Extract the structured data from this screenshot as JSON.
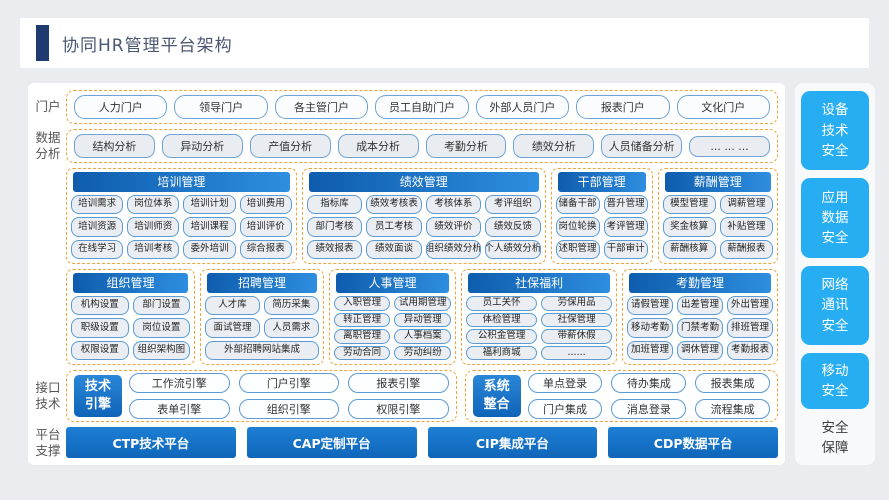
{
  "title": {
    "text": "协同HR管理平台架构"
  },
  "labels": {
    "portal": "门户",
    "analysis": "数据\n分析",
    "interface": "接口\n技术",
    "platform": "平台\n支撑"
  },
  "portal": {
    "active_item": "人力门户",
    "items": [
      "人力门户",
      "领导门户",
      "各主管门户",
      "员工自助门户",
      "外部人员门户",
      "报表门户",
      "文化门户"
    ]
  },
  "analysis": {
    "items": [
      "结构分析",
      "异动分析",
      "产值分析",
      "成本分析",
      "考勤分析",
      "绩效分析",
      "人员储备分析",
      "... ... ..."
    ]
  },
  "modules_row1": [
    {
      "title": "培训管理",
      "items": [
        "培训需求",
        "岗位体系",
        "培训计划",
        "培训费用",
        "培训资源",
        "培训师资",
        "培训课程",
        "培训评价",
        "在线学习",
        "培训考核",
        "委外培训",
        "综合报表"
      ]
    },
    {
      "title": "绩效管理",
      "items": [
        "指标库",
        "绩效考核表",
        "考核体系",
        "考评组织",
        "部门考核",
        "员工考核",
        "绩效评价",
        "绩效反馈",
        "绩效报表",
        "绩效面谈",
        "组织绩效分析",
        "个人绩效分析"
      ]
    },
    {
      "title": "干部管理",
      "items": [
        "储备干部",
        "晋升管理",
        "岗位轮换",
        "考评管理",
        "述职管理",
        "干部审计"
      ]
    },
    {
      "title": "薪酬管理",
      "items": [
        "模型管理",
        "调薪管理",
        "奖金核算",
        "补贴管理",
        "薪酬核算",
        "薪酬报表"
      ]
    }
  ],
  "modules_row2": [
    {
      "title": "组织管理",
      "items": [
        "机构设置",
        "部门设置",
        "职级设置",
        "岗位设置",
        "权限设置",
        "组织架构图"
      ]
    },
    {
      "title": "招聘管理",
      "items": [
        "人才库",
        "简历采集",
        "面试管理",
        "人员需求"
      ],
      "footer": "外部招聘网站集成"
    },
    {
      "title": "人事管理",
      "items": [
        "入职管理",
        "试用期管理",
        "转正管理",
        "异动管理",
        "离职管理",
        "人事档案",
        "劳动合同",
        "劳动纠纷"
      ]
    },
    {
      "title": "社保福利",
      "items": [
        "员工关怀",
        "劳保用品",
        "体检管理",
        "社保管理",
        "公积金管理",
        "带薪休假",
        "福利商城",
        "......"
      ]
    },
    {
      "title": "考勤管理",
      "items": [
        "请假管理",
        "出差管理",
        "外出管理",
        "移动考勤",
        "门禁考勤",
        "排班管理",
        "加班管理",
        "调休管理",
        "考勤报表"
      ]
    }
  ],
  "engine": {
    "label": "技术\n引擎",
    "items": [
      "工作流引擎",
      "门户引擎",
      "报表引擎",
      "表单引擎",
      "组织引擎",
      "权限引擎"
    ]
  },
  "integration": {
    "label": "系统\n整合",
    "items": [
      "单点登录",
      "待办集成",
      "报表集成",
      "门户集成",
      "消息登录",
      "流程集成"
    ]
  },
  "platform": {
    "items": [
      "CTP技术平台",
      "CAP定制平台",
      "CIP集成平台",
      "CDP数据平台"
    ]
  },
  "security": {
    "blocks": [
      "设备\n技术\n安全",
      "应用\n数据\n安全",
      "网络\n通讯\n安全",
      "移动\n安全"
    ],
    "footer": "安全\n保障"
  },
  "palette": {
    "primary_blue": "#0f64b8",
    "header_gradient_start": "#0e5cad",
    "header_gradient_end": "#2e8ee0",
    "light_blue_security": "#27aef2",
    "dashed_orange": "#f0a43c",
    "chip_border_blue": "#5b9bd5",
    "navy_accent": "#1e3a6e",
    "background": "#eaecef"
  }
}
